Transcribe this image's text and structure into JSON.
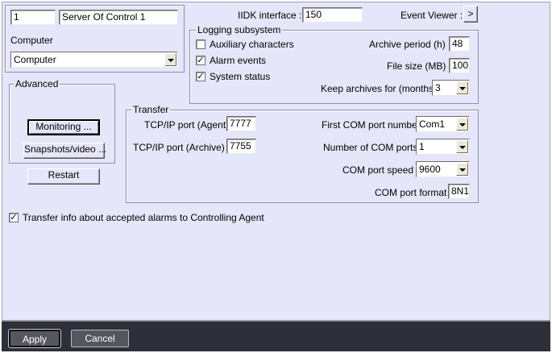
{
  "server": {
    "id": "1",
    "name": "Server Of Control 1",
    "computer_label": "Computer",
    "computer_value": "Computer"
  },
  "iidk": {
    "label": "IIDK interface :",
    "value": "150"
  },
  "event_viewer": {
    "label": "Event Viewer :",
    "button": ">"
  },
  "logging": {
    "title": "Logging subsystem",
    "aux_label": "Auxiliary characters",
    "aux_checked": false,
    "alarm_label": "Alarm events",
    "alarm_checked": true,
    "status_label": "System status",
    "status_checked": true,
    "archive_period_label": "Archive period (h) :",
    "archive_period": "48",
    "file_size_label": "File size (MB) :",
    "file_size": "100",
    "keep_label": "Keep archives for (months) :",
    "keep_value": "3"
  },
  "advanced": {
    "title": "Advanced",
    "monitoring": "Monitoring ...",
    "snapshots": "Snapshots/video ..."
  },
  "restart": "Restart",
  "transfer": {
    "title": "Transfer",
    "agent_label": "TCP/IP port (Agent)",
    "agent_port": "7777",
    "archive_label": "TCP/IP port (Archive) :",
    "archive_port": "7755",
    "first_com_label": "First COM port number :",
    "first_com": "Com1",
    "num_com_label": "Number of COM ports :",
    "num_com": "1",
    "speed_label": "COM port speed :",
    "speed": "9600",
    "format_label": "COM port format :",
    "format": "8N1"
  },
  "transfer_info": {
    "label": "Transfer info about accepted alarms to Controlling Agent",
    "checked": true
  },
  "footer": {
    "apply": "Apply",
    "cancel": "Cancel"
  },
  "colors": {
    "panel": "#e6e6fa",
    "footer": "#2f2f3a"
  }
}
